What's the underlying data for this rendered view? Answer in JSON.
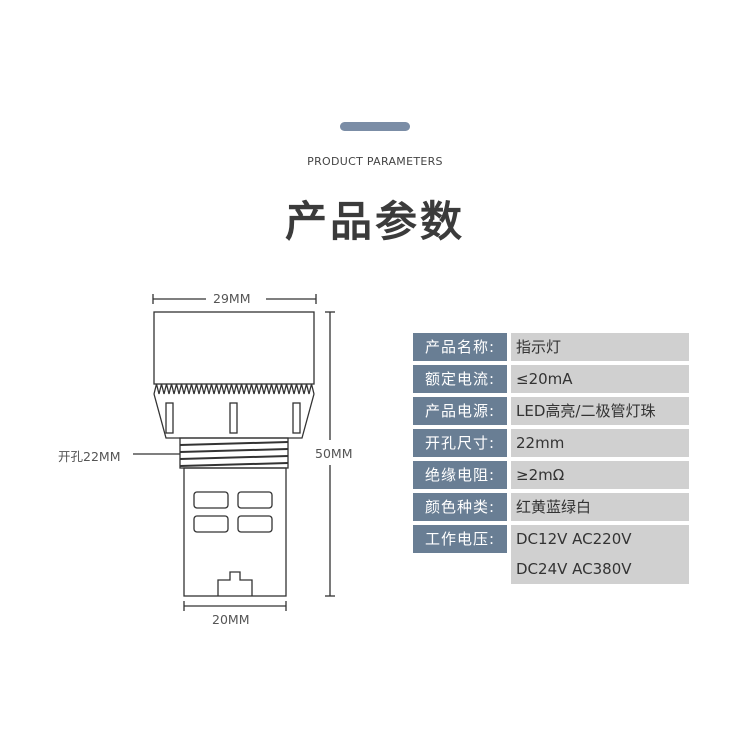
{
  "header": {
    "subtitle": "PRODUCT PARAMETERS",
    "title": "产品参数"
  },
  "drawing": {
    "width_label": "29MM",
    "height_label": "50MM",
    "hole_label": "开孔22MM",
    "base_label": "20MM"
  },
  "specs": [
    {
      "label": "产品名称:",
      "value": "指示灯"
    },
    {
      "label": "额定电流:",
      "value": "≤20mA"
    },
    {
      "label": "产品电源:",
      "value": "LED高亮/二极管灯珠"
    },
    {
      "label": "开孔尺寸:",
      "value": "22mm"
    },
    {
      "label": "绝缘电阻:",
      "value": "≥2mΩ"
    },
    {
      "label": "颜色种类:",
      "value": "红黄蓝绿白"
    },
    {
      "label": "工作电压:",
      "value_lines": [
        "DC12V AC220V",
        "DC24V AC380V"
      ]
    }
  ],
  "colors": {
    "accent": "#7b8da6",
    "label_bg": "#697e94",
    "value_bg": "#d0d0d0"
  }
}
